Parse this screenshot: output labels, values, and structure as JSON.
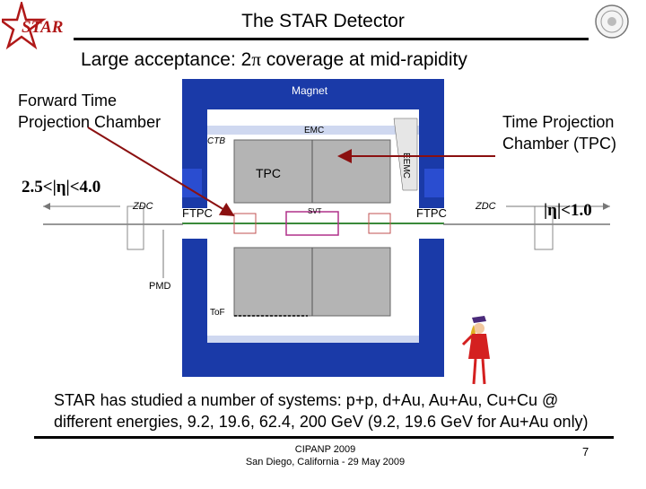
{
  "slide": {
    "title": "The STAR Detector",
    "subtitle_prefix": "Large acceptance: 2",
    "subtitle_pi": "π",
    "subtitle_suffix": " coverage at mid-rapidity",
    "logo_text": "STAR",
    "label_ftpc_line1": "Forward Time",
    "label_ftpc_line2": "Projection Chamber",
    "label_tpc_line1": "Time Projection",
    "label_tpc_line2": "Chamber (TPC)",
    "eta_forward": "2.5<|η|<4.0",
    "eta_mid": "|η|<1.0",
    "body_line1": "STAR has studied a number of systems: p+p, d+Au, Au+Au, Cu+Cu @",
    "body_line2": "different energies, 9.2, 19.6, 62.4, 200 GeV (9.2, 19.6 GeV for Au+Au only)",
    "footer_line1": "CIPANP 2009",
    "footer_line2": "San Diego, California - 29 May 2009",
    "page_number": "7"
  },
  "detector": {
    "magnet": "Magnet",
    "emc": "EMC",
    "ctb": "CTB",
    "eemc": "EEMC",
    "tpc": "TPC",
    "svt": "SVT",
    "ftpc_left": "FTPC",
    "ftpc_right": "FTPC",
    "zdc_left": "ZDC",
    "zdc_right": "ZDC",
    "pmd": "PMD",
    "tof": "ToF"
  },
  "colors": {
    "magnet_blue": "#1a3aa8",
    "tpc_gray": "#b4b4b4",
    "arrow_red": "#8b1010"
  }
}
